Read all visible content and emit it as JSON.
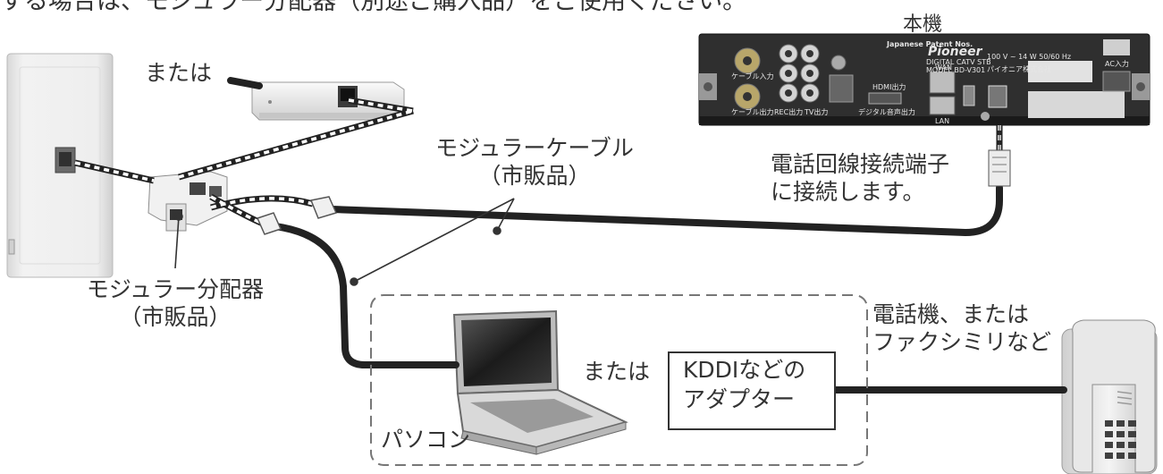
{
  "top_banner": "する場合は、モジュラー分配器（別途ご購入品）をご使用ください。",
  "labels": {
    "main_unit": "本機",
    "or_adapter": "または",
    "modular_cable_1": "モジュラーケーブル",
    "modular_cable_2": "（市販品）",
    "phone_port_1": "電話回線接続端子",
    "phone_port_2": "に接続します。",
    "splitter_1": "モジュラー分配器",
    "splitter_2": "（市販品）",
    "phone_fax_1": "電話機、または",
    "phone_fax_2": "ファクシミリなど",
    "or_pc": "または",
    "kddi_1": "KDDIなどの",
    "kddi_2": "アダプター",
    "pc": "パソコン"
  },
  "device_panel": {
    "patent": "Japanese Patent Nos.",
    "brand": "Pioneer",
    "model_1": "DIGITAL CATV STB",
    "model_2": "MODEL BD-V301",
    "maker": "パイオニア株式会社",
    "rating": "100 V ~ 14 W  50/60 Hz",
    "wan": "WAN",
    "lan": "LAN",
    "hdmi": "HDMI出力",
    "vtr_rec": "REC出力",
    "tv_out": "TV出力",
    "cable_in": "ケーブル入力",
    "cable_out": "ケーブル出力",
    "digital_audio": "デジタル音声出力",
    "ac_in": "AC入力"
  },
  "colors": {
    "cable": "#222222",
    "dashed_box": "#777777",
    "panel_dark": "#2e2e2e",
    "plate": "#e9e9e9"
  }
}
